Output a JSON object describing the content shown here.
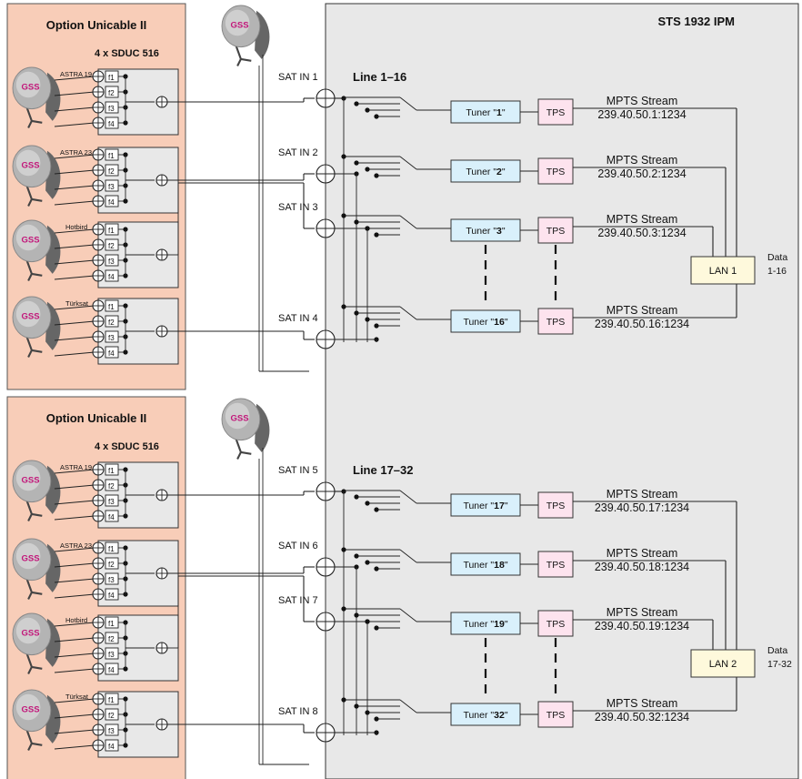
{
  "device": {
    "title": "STS 1932 IPM"
  },
  "blocks": [
    {
      "option_title": "Option Unicable II",
      "sduc_label": "4 x SDUC 516",
      "line_label": "Line 1–16",
      "lan": {
        "label": "LAN 1",
        "data_label_1": "Data",
        "data_label_2": "1-16"
      },
      "sats": [
        {
          "name": "ASTRA 19,2",
          "sat_in": "SAT IN 1"
        },
        {
          "name": "ASTRA 23,5",
          "sat_in": "SAT IN 2"
        },
        {
          "name": "Hotbird",
          "sat_in": "SAT IN 3"
        },
        {
          "name": "Türksat",
          "sat_in": "SAT IN 4"
        }
      ],
      "tuners": [
        {
          "prefix": "Tuner \"",
          "num": "1",
          "suffix": "\"",
          "tps": "TPS",
          "stream": "MPTS Stream",
          "addr": "239.40.50.1:1234"
        },
        {
          "prefix": "Tuner \"",
          "num": "2",
          "suffix": "\"",
          "tps": "TPS",
          "stream": "MPTS Stream",
          "addr": "239.40.50.2:1234"
        },
        {
          "prefix": "Tuner \"",
          "num": "3",
          "suffix": "\"",
          "tps": "TPS",
          "stream": "MPTS Stream",
          "addr": "239.40.50.3:1234"
        },
        {
          "prefix": "Tuner \"",
          "num": "16",
          "suffix": "\"",
          "tps": "TPS",
          "stream": "MPTS Stream",
          "addr": "239.40.50.16:1234"
        }
      ]
    },
    {
      "option_title": "Option Unicable II",
      "sduc_label": "4 x SDUC 516",
      "line_label": "Line 17–32",
      "lan": {
        "label": "LAN 2",
        "data_label_1": "Data",
        "data_label_2": "17-32"
      },
      "sats": [
        {
          "name": "ASTRA 19,2",
          "sat_in": "SAT IN 5"
        },
        {
          "name": "ASTRA 23,5",
          "sat_in": "SAT IN 6"
        },
        {
          "name": "Hotbird",
          "sat_in": "SAT IN 7"
        },
        {
          "name": "Türksat",
          "sat_in": "SAT IN 8"
        }
      ],
      "tuners": [
        {
          "prefix": "Tuner \"",
          "num": "17",
          "suffix": "\"",
          "tps": "TPS",
          "stream": "MPTS Stream",
          "addr": "239.40.50.17:1234"
        },
        {
          "prefix": "Tuner \"",
          "num": "18",
          "suffix": "\"",
          "tps": "TPS",
          "stream": "MPTS Stream",
          "addr": "239.40.50.18:1234"
        },
        {
          "prefix": "Tuner \"",
          "num": "19",
          "suffix": "\"",
          "tps": "TPS",
          "stream": "MPTS Stream",
          "addr": "239.40.50.19:1234"
        },
        {
          "prefix": "Tuner \"",
          "num": "32",
          "suffix": "\"",
          "tps": "TPS",
          "stream": "MPTS Stream",
          "addr": "239.40.50.32:1234"
        }
      ]
    }
  ],
  "dish_logo": "GSS",
  "freq_labels": [
    "f1",
    "f2",
    "f3",
    "f4"
  ],
  "colors": {
    "option_panel": "#f8cdb8",
    "device_panel": "#e8e8e8",
    "tuner_box": "#d9f0fb",
    "tps_box": "#fde3ee",
    "lan_box": "#fef9dc",
    "logo": "#c2177a",
    "dish": "#b4b4b4"
  }
}
